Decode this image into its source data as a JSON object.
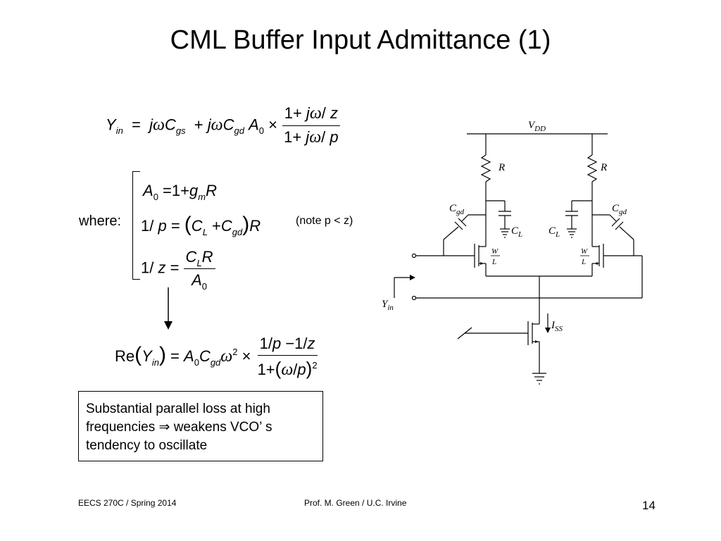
{
  "slide": {
    "title": "CML Buffer Input Admittance (1)",
    "where_label": "where:",
    "note": "(note p < z)",
    "callout": "Substantial parallel loss at high frequencies ⇒ weakens VCO’ s tendency to oscillate",
    "footer_left": "EECS 270C / Spring 2014",
    "footer_center": "Prof. M. Green / U.C. Irvine",
    "page_number": "14"
  },
  "equations": {
    "yin_main": "Y_in = jωC_gs + jωC_gd A_0 × (1 + jω/z)/(1 + jω/p)",
    "a0": "A_0 = 1 + g_m R",
    "one_over_p": "1/p = (C_L + C_gd) R",
    "one_over_z": "1/z = C_L R / A_0",
    "re_yin": "Re(Y_in) = A_0 C_gd ω^2 × (1/p − 1/z)/(1 + (ω/p)^2)"
  },
  "circuit": {
    "vdd": "VDD",
    "r_left": "R",
    "r_right": "R",
    "cgd_left": "Cgd",
    "cgd_right": "Cgd",
    "cl_left": "CL",
    "cl_right": "CL",
    "wl_left": "W/L",
    "wl_right": "W/L",
    "yin": "Yin",
    "iss": "ISS"
  }
}
